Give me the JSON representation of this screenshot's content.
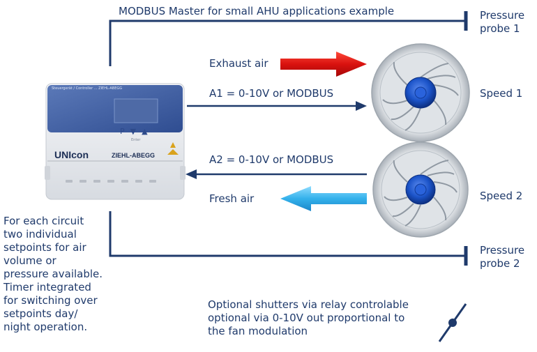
{
  "title": "MODBUS Master for small AHU applications example",
  "probes": {
    "top": [
      "Pressure",
      "probe 1"
    ],
    "bottom": [
      "Pressure",
      "probe 2"
    ]
  },
  "flows": {
    "exhaust": "Exhaust air",
    "fresh": "Fresh air",
    "a1": "A1 = 0-10V or MODBUS",
    "a2": "A2 = 0-10V or MODBUS"
  },
  "speeds": {
    "one": "Speed 1",
    "two": "Speed 2"
  },
  "device": {
    "header_text": "Steuergerät / Controller ... ZIEHL-ABEGG",
    "brand_left": "UNIcon",
    "brand_right": "ZIEHL-ABEGG",
    "keys": [
      "P",
      "▼",
      "▲"
    ],
    "keys_sub": "Enter"
  },
  "description": [
    "For each circuit",
    "two individual",
    "setpoints for air",
    "volume or",
    "pressure available.",
    "Timer integrated",
    "for switching over",
    "setpoints day/",
    "night operation."
  ],
  "shutters": [
    "Optional shutters via relay controlable",
    "optional via 0-10V out proportional to",
    "the fan modulation"
  ],
  "colors": {
    "line": "#1f3a6b",
    "text": "#1f3a6b",
    "exhaust_arrow": "#e01b1b",
    "fresh_arrow": "#3db4ea",
    "fan_hub": "#1b53c8"
  }
}
